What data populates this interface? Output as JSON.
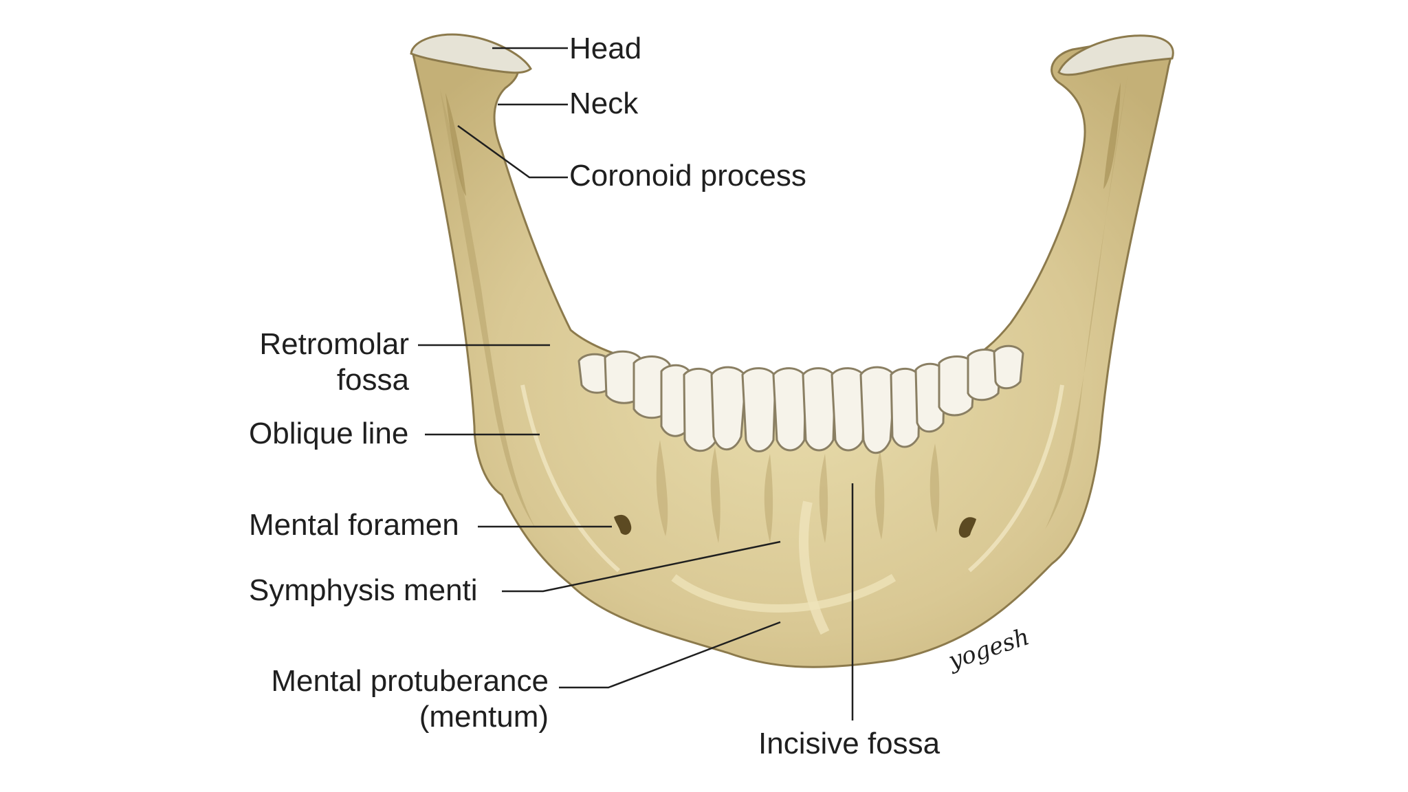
{
  "labels": {
    "head": "Head",
    "neck": "Neck",
    "coronoid_process": "Coronoid process",
    "retromolar_fossa": [
      "Retromolar",
      "fossa"
    ],
    "oblique_line": "Oblique line",
    "mental_foramen": "Mental foramen",
    "symphysis_menti": "Symphysis menti",
    "mental_protuberance": [
      "Mental protuberance",
      "(mentum)"
    ],
    "incisive_fossa": "Incisive fossa"
  },
  "signature": "yogesh",
  "colors": {
    "bone": "#d9c894",
    "bone_shadow": "#b7a36a",
    "bone_highlight": "#ece0b4",
    "outline": "#8c7a4c",
    "cartilage": "#e6e3d6",
    "tooth": "#f6f3ea",
    "tooth_outline": "#8a7f63",
    "leader_line": "#1f1f1f"
  }
}
